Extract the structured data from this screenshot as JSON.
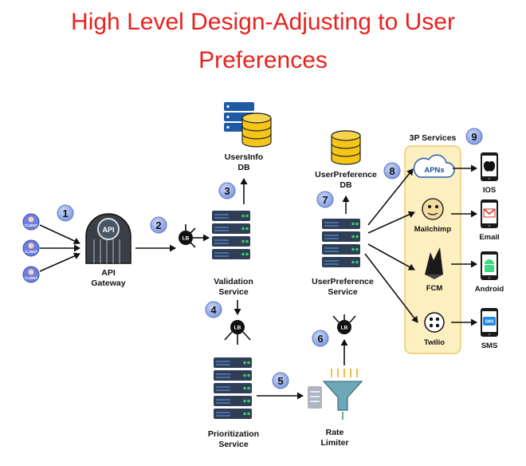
{
  "title": {
    "line1": "High Level Design-Adjusting to User",
    "line2": "Preferences"
  },
  "clients": [
    "CLIENT",
    "CLIENT",
    "CLIENT"
  ],
  "nodes": {
    "api_gateway": {
      "line1": "API",
      "line2": "Gateway",
      "icon_text": "API"
    },
    "users_info_db": {
      "line1": "UsersInfo",
      "line2": "DB"
    },
    "validation_service": {
      "line1": "Validation",
      "line2": "Service"
    },
    "prioritization_service": {
      "line1": "Prioritization",
      "line2": "Service"
    },
    "rate_limiter": {
      "line1": "Rate",
      "line2": "Limiter"
    },
    "user_preference_db": {
      "line1": "UserPreference",
      "line2": "DB"
    },
    "user_preference_service": {
      "line1": "UserPreference",
      "line2": "Service"
    }
  },
  "load_balancer": "LB",
  "third_party": {
    "heading": "3P Services",
    "apns": "APNs",
    "mailchimp": "Mailchimp",
    "fcm": "FCM",
    "twilio": "Twilio"
  },
  "targets": {
    "ios": "IOS",
    "email": "Email",
    "android": "Android",
    "sms": "SMS",
    "sms_icon": "SMS"
  },
  "steps": [
    "1",
    "2",
    "3",
    "4",
    "5",
    "6",
    "7",
    "8",
    "9"
  ],
  "colors": {
    "title": "#e8231f",
    "step_badge": "#8fa7e6",
    "server": "#2f3e55",
    "server_stripe": "#4a6fa5",
    "db_gold": "#f5c518",
    "db_blue": "#1f5aa6",
    "panel": "#fcefc0",
    "panel_border": "#e6c25a",
    "lb": "#111111",
    "client": "#6f7ee0"
  }
}
